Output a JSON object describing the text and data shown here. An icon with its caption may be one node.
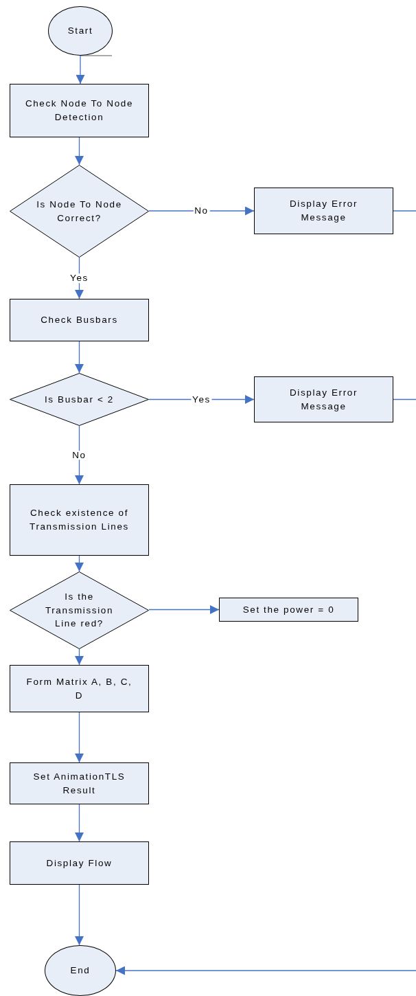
{
  "diagram": {
    "nodes": [
      {
        "text": [
          "Start"
        ]
      },
      {
        "text": [
          "Check Node To Node Detection"
        ]
      },
      {
        "text": [
          "Is Node To Node Correct?"
        ]
      },
      {
        "text": [
          "Display Error Message"
        ]
      },
      {
        "text": [
          "Check Busbars"
        ]
      },
      {
        "text": [
          "Is Busbar < 2"
        ]
      },
      {
        "text": [
          "Display Error Message"
        ]
      },
      {
        "text": [
          "Check existence of Transmission Lines"
        ]
      },
      {
        "text": [
          "Is the Transmission Line red?"
        ]
      },
      {
        "text": [
          "Set the power = 0"
        ]
      },
      {
        "text": [
          "Form Matrix A, B, C, D"
        ]
      },
      {
        "text": [
          "Set AnimationTLS Result"
        ]
      },
      {
        "text": [
          "Display Flow"
        ]
      },
      {
        "text": [
          "End"
        ]
      }
    ],
    "edges": [
      {
        "from": 0,
        "to": 1,
        "arrow": "to"
      },
      {
        "from": 1,
        "to": 2,
        "arrow": "to"
      },
      {
        "from": 2,
        "to": 3,
        "label": "No",
        "arrow": "to"
      },
      {
        "from": 2,
        "to": 4,
        "label": "Yes",
        "arrow": "to"
      },
      {
        "from": 3,
        "to": null,
        "arrow": "none"
      },
      {
        "from": 4,
        "to": 5,
        "arrow": "to"
      },
      {
        "from": 5,
        "to": 6,
        "label": "Yes",
        "arrow": "to"
      },
      {
        "from": 5,
        "to": 7,
        "label": "No",
        "arrow": "to"
      },
      {
        "from": 6,
        "to": null,
        "arrow": "none"
      },
      {
        "from": 7,
        "to": 8,
        "arrow": "to"
      },
      {
        "from": 8,
        "to": 9,
        "arrow": "to"
      },
      {
        "from": 8,
        "to": 10,
        "arrow": "to"
      },
      {
        "from": 10,
        "to": 11,
        "arrow": "to"
      },
      {
        "from": 11,
        "to": 12,
        "arrow": "to"
      },
      {
        "from": 12,
        "to": 13,
        "arrow": "to"
      },
      {
        "from": null,
        "to": 13,
        "arrow": "to"
      }
    ]
  }
}
